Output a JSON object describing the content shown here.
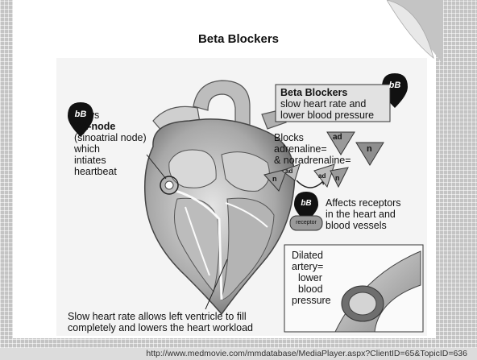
{
  "slide": {
    "title": "Beta Blockers",
    "source_url": "http://www.medmovie.com/mmdatabase/MediaPlayer.aspx?ClientID=65&TopicID=636"
  },
  "diagram": {
    "bb_symbol": "bB",
    "sa_node": {
      "line1": "slows",
      "line2": "SA-node",
      "line3": "(sinoatrial node)",
      "line4": "which",
      "line5": "intiates",
      "line6": "heartbeat"
    },
    "summary_box": {
      "title": "Beta Blockers",
      "line2": "slow heart rate and",
      "line3": "lower blood pressure"
    },
    "blocks": {
      "line1": "Blocks",
      "line2": "adrenaline=",
      "line3": "& noradrenaline="
    },
    "ad_symbol": "ad",
    "n_symbol": "n",
    "receptor_label": "receptor",
    "affects": {
      "line1": "Affects receptors",
      "line2": "in the heart and",
      "line3": "blood vessels"
    },
    "artery_box": {
      "line1": "Dilated",
      "line2": "artery=",
      "line3": "lower",
      "line4": "blood",
      "line5": "pressure"
    },
    "bottom_caption": {
      "line1": "Slow heart rate allows left ventricle to fill",
      "line2": "completely and lowers the heart workload"
    }
  }
}
